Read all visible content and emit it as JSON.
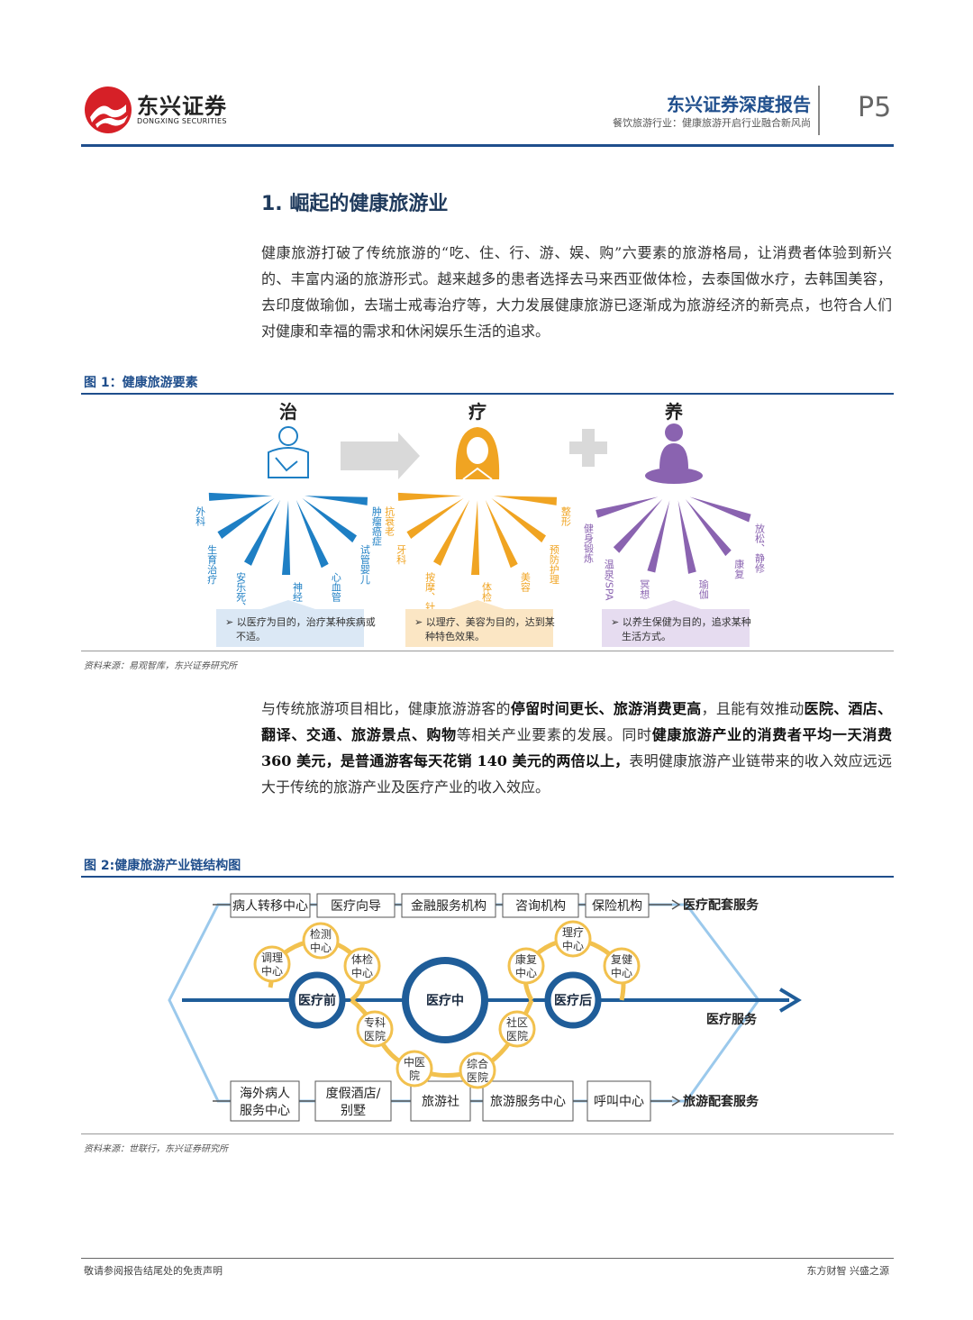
{
  "header": {
    "logo_cn": "东兴证券",
    "logo_en": "DONGXING SECURITIES",
    "report_title": "东兴证券深度报告",
    "report_subtitle": "餐饮旅游行业：健康旅游开启行业融合新风尚",
    "page": "P5",
    "colors": {
      "brand_blue": "#1f4e8c",
      "brand_red": "#d62027"
    }
  },
  "section": {
    "title": "1. 崛起的健康旅游业"
  },
  "para1": "健康旅游打破了传统旅游的“吃、住、行、游、娱、购”六要素的旅游格局，让消费者体验到新兴的、丰富内涵的旅游形式。越来越多的患者选择去马来西亚做体检，去泰国做水疗，去韩国美容，去印度做瑜伽，去瑞士戒毒治疗等，大力发展健康旅游已逐渐成为旅游经济的新亮点，也符合人们对健康和幸福的需求和休闲娱乐生活的追求。",
  "fig1": {
    "title": "图 1：健康旅游要素",
    "source": "资料来源：易观智库，东兴证券研究所",
    "groups": [
      {
        "title": "治",
        "color": "#1e7fc4",
        "rays": [
          "外科",
          "生育治疗",
          "安乐死、堕胎",
          "神经",
          "心血管",
          "试管婴儿",
          "肿瘤癌症"
        ],
        "note": "以医疗为目的，治疗某种疾病或不适。"
      },
      {
        "title": "疗",
        "color": "#f0a422",
        "rays": [
          "抗衰老",
          "牙科",
          "按摩、针灸",
          "体检",
          "美容",
          "预防护理",
          "整形"
        ],
        "note": "以理疗、美容为目的，达到某种特色效果。"
      },
      {
        "title": "养",
        "color": "#8a63b0",
        "rays": [
          "健身锻炼",
          "温泉/SPA",
          "冥想",
          "瑜伽",
          "康复",
          "放松、静修"
        ],
        "note": "以养生保健为目的，追求某种生活方式。"
      }
    ],
    "icons": [
      "patient-icon",
      "woman-icon",
      "meditation-icon",
      "arrow-right-icon",
      "plus-icon"
    ]
  },
  "para2": {
    "t1": "与传统旅游项目相比，健康旅游游客的",
    "b1": "停留时间更长、旅游消费更高",
    "t2": "，且能有效推动",
    "b2": "医院、酒店、翻译、交通、旅游景点、购物",
    "t3": "等相关产业要素的发展。同时",
    "b3": "健康旅游产业的消费者平均一天消费 360 美元，是普通游客每天花销 140 美元的两倍以上，",
    "t4": "表明健康旅游产业链带来的收入效应远远大于传统的旅游产业及医疗产业的收入效应。"
  },
  "fig2": {
    "title": "图 2:健康旅游产业链结构图",
    "source": "资料来源：世联行，东兴证券研究所",
    "top_boxes": [
      "病人转移中心",
      "医疗向导",
      "金融服务机构",
      "咨询机构",
      "保险机构"
    ],
    "top_label": "医疗配套服务",
    "mid_label": "医疗服务",
    "bottom_boxes": [
      [
        "海外病人",
        "服务中心"
      ],
      [
        "度假酒店/",
        "别墅"
      ],
      [
        "旅游社"
      ],
      [
        "旅游服务中心"
      ],
      [
        "呼叫中心"
      ]
    ],
    "bottom_label": "旅游配套服务",
    "hubs": [
      "医疗前",
      "医疗中",
      "医疗后"
    ],
    "small_nodes": [
      [
        "调理",
        "中心"
      ],
      [
        "检测",
        "中心"
      ],
      [
        "体检",
        "中心"
      ],
      [
        "专科",
        "医院"
      ],
      [
        "中医",
        "院"
      ],
      [
        "综合",
        "医院"
      ],
      [
        "社区",
        "医院"
      ],
      [
        "康复",
        "中心"
      ],
      [
        "理疗",
        "中心"
      ],
      [
        "复健",
        "中心"
      ]
    ]
  },
  "footer": {
    "left": "敬请参阅报告结尾处的免责声明",
    "right": "东方财智 兴盛之源"
  }
}
